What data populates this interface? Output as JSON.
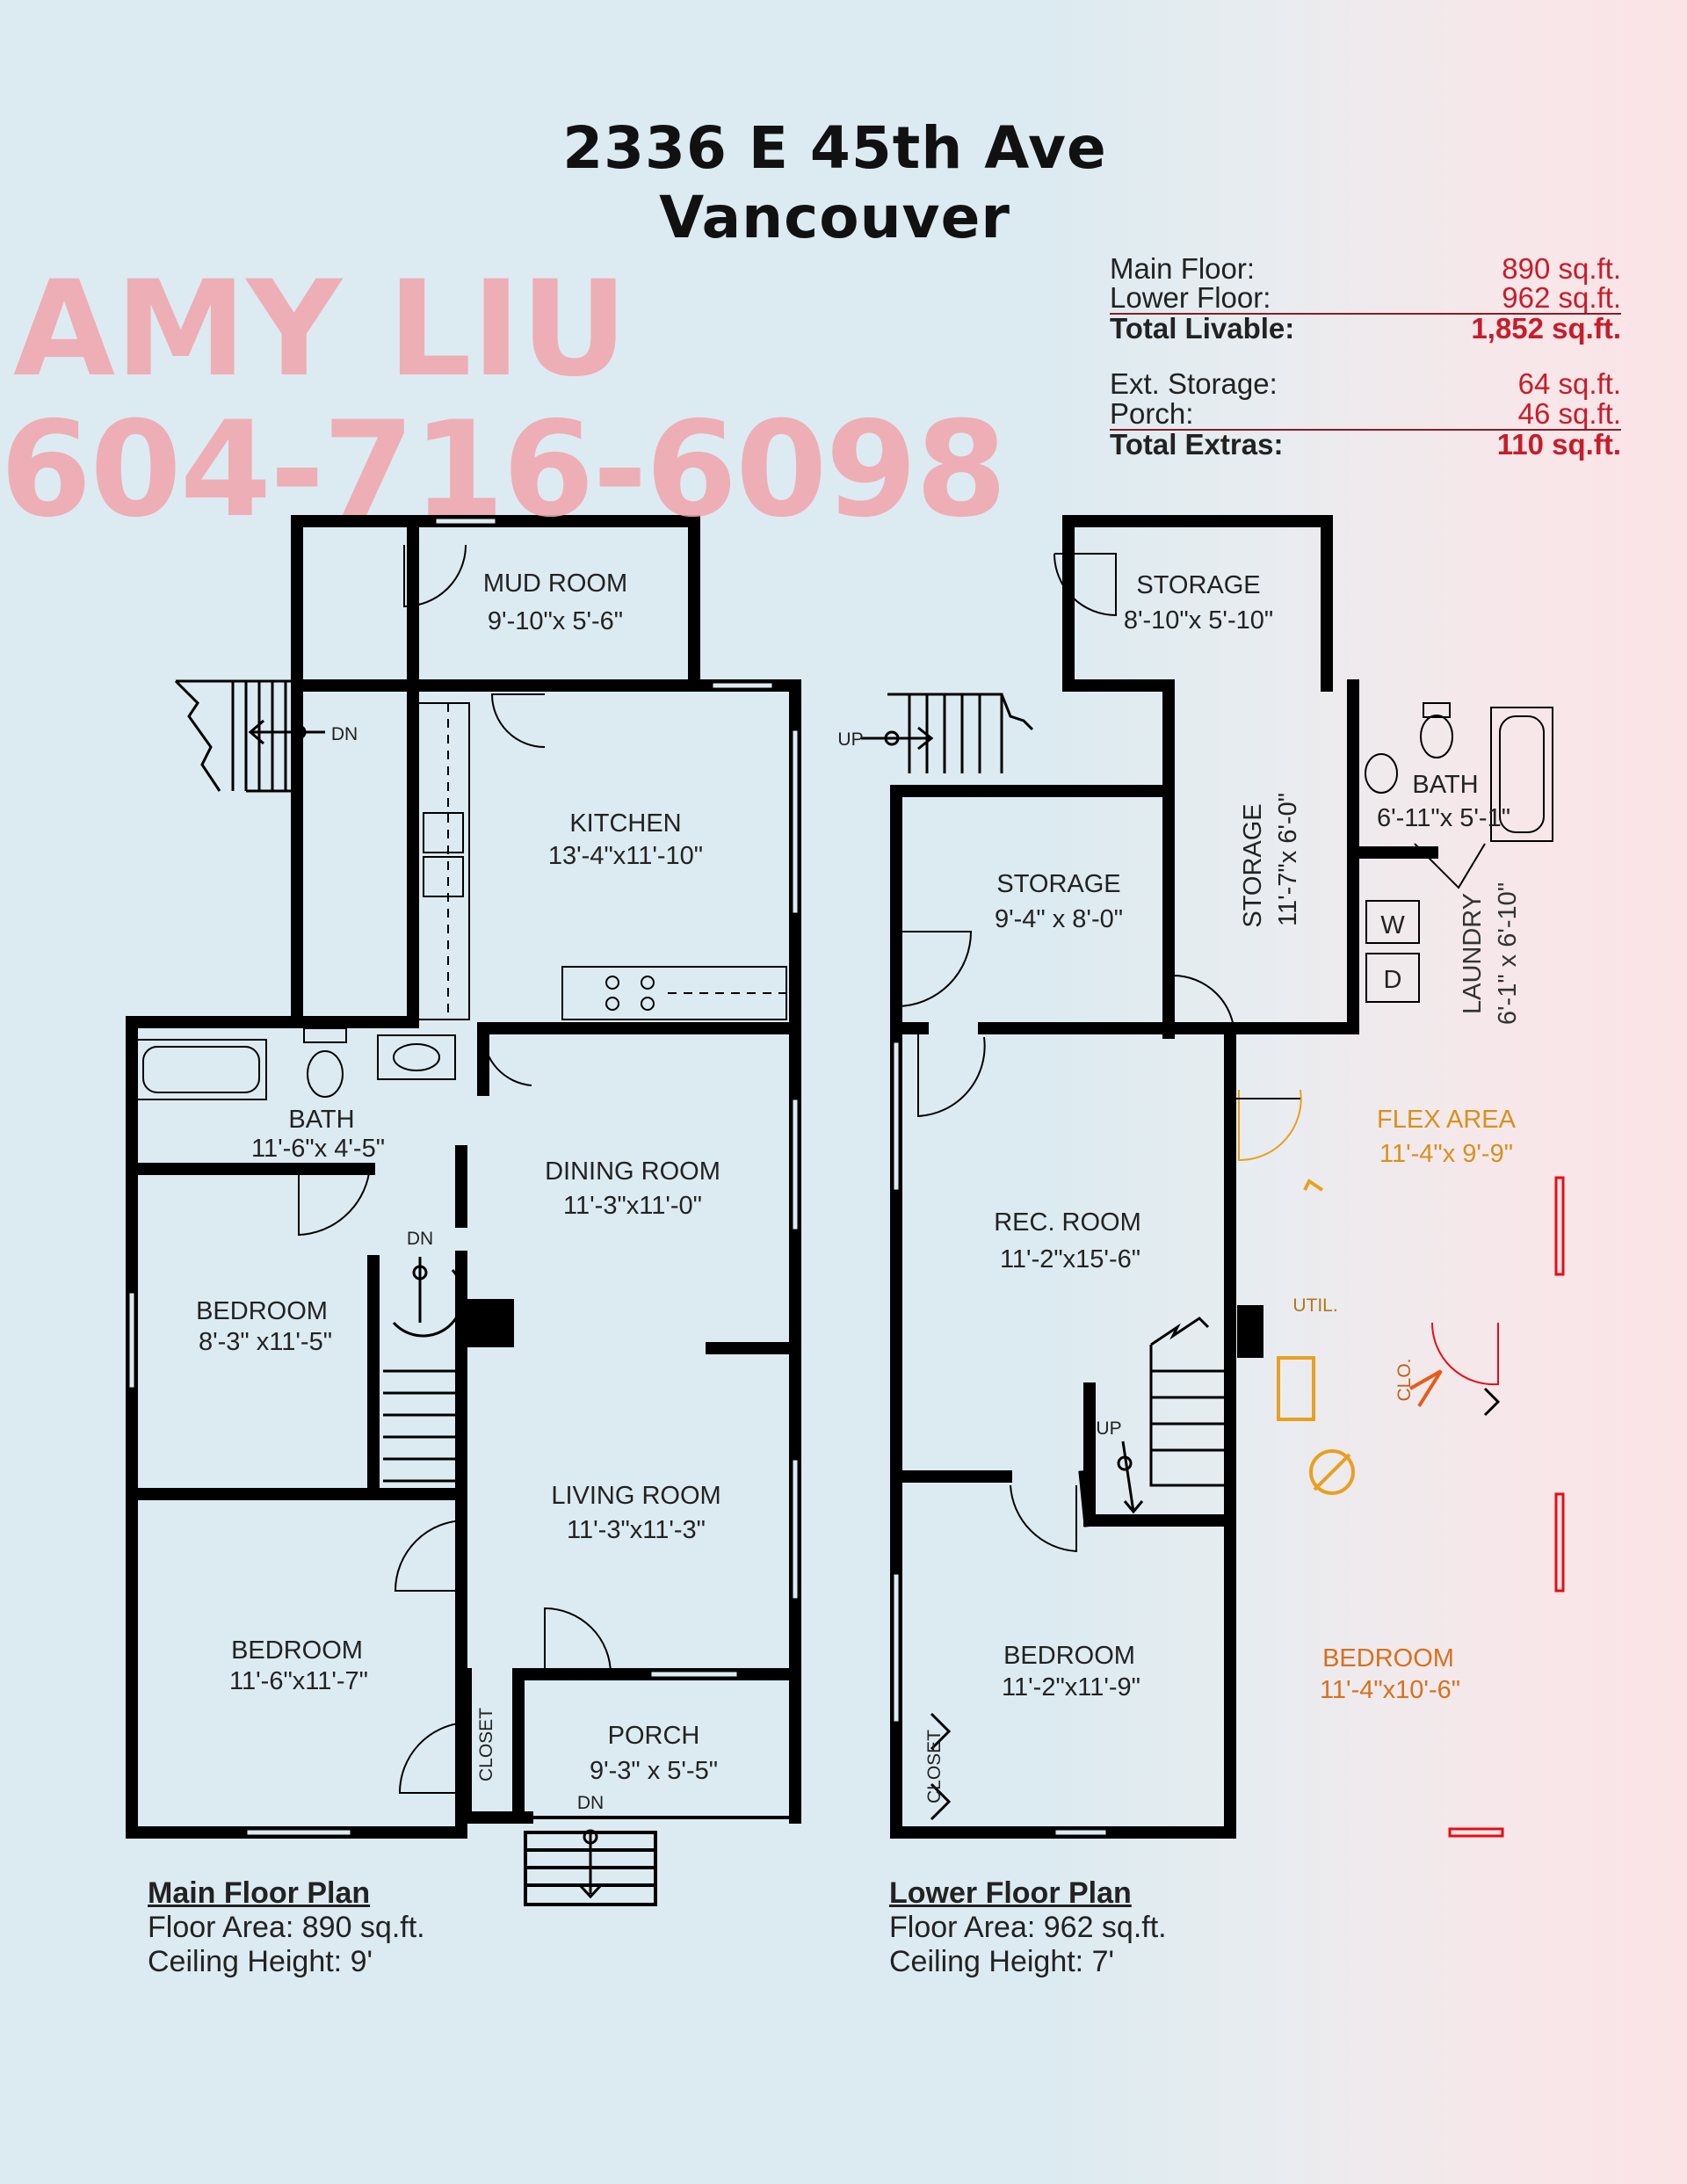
{
  "header": {
    "address_line1": "2336 E 45th Ave",
    "address_line2": "Vancouver"
  },
  "watermark": {
    "name": "AMY LIU",
    "phone": "604-716-6098",
    "color": "#f1a6ae"
  },
  "area_summary": {
    "livable": [
      {
        "label": "Main Floor:",
        "value": "890 sq.ft."
      },
      {
        "label": "Lower Floor:",
        "value": "962 sq.ft."
      },
      {
        "label": "Total Livable:",
        "value": "1,852 sq.ft."
      }
    ],
    "extras": [
      {
        "label": "Ext. Storage:",
        "value": "64 sq.ft."
      },
      {
        "label": "Porch:",
        "value": "46 sq.ft."
      },
      {
        "label": "Total Extras:",
        "value": "110 sq.ft."
      }
    ],
    "value_color": "#c81c2a"
  },
  "main_floor": {
    "rooms": [
      {
        "name": "MUD ROOM",
        "dims": "9'-10\"x  5'-6\""
      },
      {
        "name": "KITCHEN",
        "dims": "13'-4\"x11'-10\""
      },
      {
        "name": "BATH",
        "dims": "11'-6\"x  4'-5\""
      },
      {
        "name": "DINING ROOM",
        "dims": "11'-3\"x11'-0\""
      },
      {
        "name": "BEDROOM",
        "dims": "8'-3\" x11'-5\""
      },
      {
        "name": "LIVING ROOM",
        "dims": "11'-3\"x11'-3\""
      },
      {
        "name": "BEDROOM",
        "dims": "11'-6\"x11'-7\""
      },
      {
        "name": "PORCH",
        "dims": "9'-3\"  x  5'-5\""
      }
    ],
    "labels": {
      "closet": "CLOSET",
      "stair_dn_side": "DN",
      "stair_dn_interior": "DN",
      "stair_dn_porch": "DN"
    },
    "caption": {
      "title": "Main Floor Plan",
      "floor_area": "Floor Area: 890 sq.ft.",
      "ceiling_height": "Ceiling Height: 9'"
    }
  },
  "lower_floor": {
    "rooms": [
      {
        "name": "STORAGE",
        "dims": "8'-10\"x 5'-10\""
      },
      {
        "name": "STORAGE",
        "dims": "9'-4\"  x  8'-0\""
      },
      {
        "name": "STORAGE",
        "dims": "11'-7\"x 6'-0\""
      },
      {
        "name": "BATH",
        "dims": "6'-11\"x 5'-1\""
      },
      {
        "name": "LAUNDRY",
        "dims": "6'-1\" x 6'-10\""
      },
      {
        "name": "FLEX AREA",
        "dims": "11'-4\"x  9'-9\""
      },
      {
        "name": "REC. ROOM",
        "dims": "11'-2\"x15'-6\""
      },
      {
        "name": "BEDROOM",
        "dims": "11'-2\"x11'-9\""
      },
      {
        "name": "BEDROOM",
        "dims": "11'-4\"x10'-6\""
      }
    ],
    "labels": {
      "util": "UTIL.",
      "clo": "CLO.",
      "closet": "CLOSET",
      "washer": "W",
      "dryer": "D",
      "stair_up_side": "UP",
      "stair_up_interior": "UP"
    },
    "caption": {
      "title": "Lower Floor Plan",
      "floor_area": "Floor Area: 962 sq.ft.",
      "ceiling_height": "Ceiling Height: 7'"
    }
  },
  "wall_color": "#000000",
  "heat_overlay_colors": [
    "#e8a020",
    "#e85018",
    "#e80c14"
  ]
}
